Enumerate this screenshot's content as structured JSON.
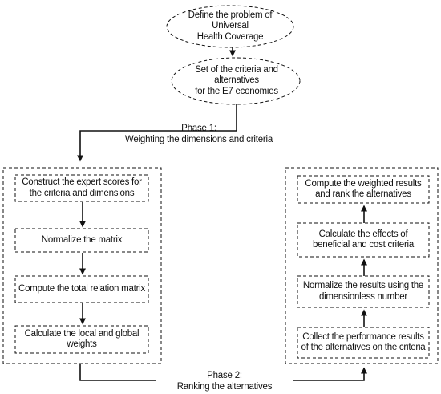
{
  "diagram": {
    "top": {
      "define_problem": "Define the problem of Universal\nHealth Coverage",
      "criteria_set": "Set of the criteria and alternatives\nfor the E7 economies"
    },
    "phase1": {
      "label": "Phase 1:\nWeighting the dimensions and criteria",
      "steps": [
        "Construct the expert scores for\nthe criteria and dimensions",
        "Normalize the matrix",
        "Compute the total relation matrix",
        "Calculate the local and global\nweights"
      ]
    },
    "phase2": {
      "label": "Phase 2:\nRanking the alternatives",
      "steps": [
        "Collect the performance results\nof the alternatives on the criteria",
        "Normalize the results using the\ndimensionless number",
        "Calculate the effects of\nbeneficial and cost criteria",
        "Compute the weighted results\nand rank the alternatives"
      ]
    }
  }
}
